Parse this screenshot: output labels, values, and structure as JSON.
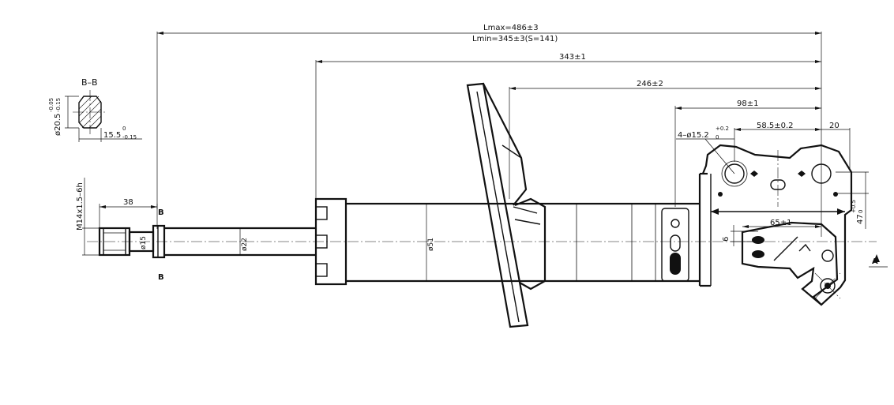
{
  "section": {
    "label": "B–B",
    "diameter": "ø20.5",
    "diameter_tol_upper": "-0.05",
    "diameter_tol_lower": "-0.15",
    "flat": "15.5",
    "flat_tol_upper": "0",
    "flat_tol_lower": "-0.15"
  },
  "dimensions": {
    "lmax": "Lmax=486±3",
    "lmin": "Lmin=345±3(S=141)",
    "d343": "343±1",
    "d246": "246±2",
    "d98": "98±1",
    "holes": "4–ø15.2",
    "holes_tol_upper": "+0.2",
    "holes_tol_lower": "0",
    "d585": "58.5±0.2",
    "d20": "20",
    "d65": "65±1",
    "d6": "6",
    "d47": "47",
    "d47_tol_upper": "+0.5",
    "d47_tol_lower": "0",
    "d38": "38",
    "thread": "M14x1.5–6h",
    "rod15": "ø15",
    "rod22": "ø22",
    "body51": "ø51"
  },
  "markers": {
    "section_b_top": "B",
    "section_b_bottom": "B",
    "view_a": "A"
  }
}
